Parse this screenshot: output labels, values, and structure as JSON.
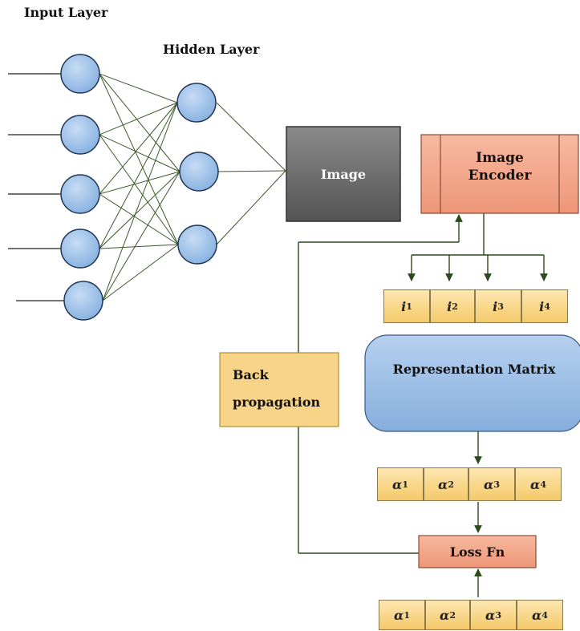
{
  "labels": {
    "input_layer": "Input Layer",
    "hidden_layer": "Hidden Layer"
  },
  "boxes": {
    "image": "Image",
    "image_encoder_line1": "Image",
    "image_encoder_line2": "Encoder",
    "representation_matrix": "Representation Matrix",
    "back_propagation_line1": "Back",
    "back_propagation_line2": "propagation",
    "loss_fn": "Loss Fn"
  },
  "embedding_row": [
    {
      "sym": "i",
      "sub": "1"
    },
    {
      "sym": "i",
      "sub": "2"
    },
    {
      "sym": "i",
      "sub": "3"
    },
    {
      "sym": "i",
      "sub": "4"
    }
  ],
  "alpha_row_mid": [
    {
      "sym": "α",
      "sub": "1"
    },
    {
      "sym": "α",
      "sub": "2"
    },
    {
      "sym": "α",
      "sub": "3"
    },
    {
      "sym": "α",
      "sub": "4"
    }
  ],
  "alpha_row_bottom": [
    {
      "sym": "α",
      "sub": "1"
    },
    {
      "sym": "α",
      "sub": "2"
    },
    {
      "sym": "α",
      "sub": "3"
    },
    {
      "sym": "α",
      "sub": "4"
    }
  ],
  "colors": {
    "node_fill": "#9fc3ea",
    "node_stroke": "#1f3554",
    "edge": "#3a5a28",
    "image_box": "#6f6f6f",
    "encoder_fill": "#f2a58a",
    "matrix_fill": "#9dbde5",
    "backprop_fill": "#f8d488",
    "loss_fill": "#f2a58a",
    "arrow": "#2a4a1a"
  }
}
